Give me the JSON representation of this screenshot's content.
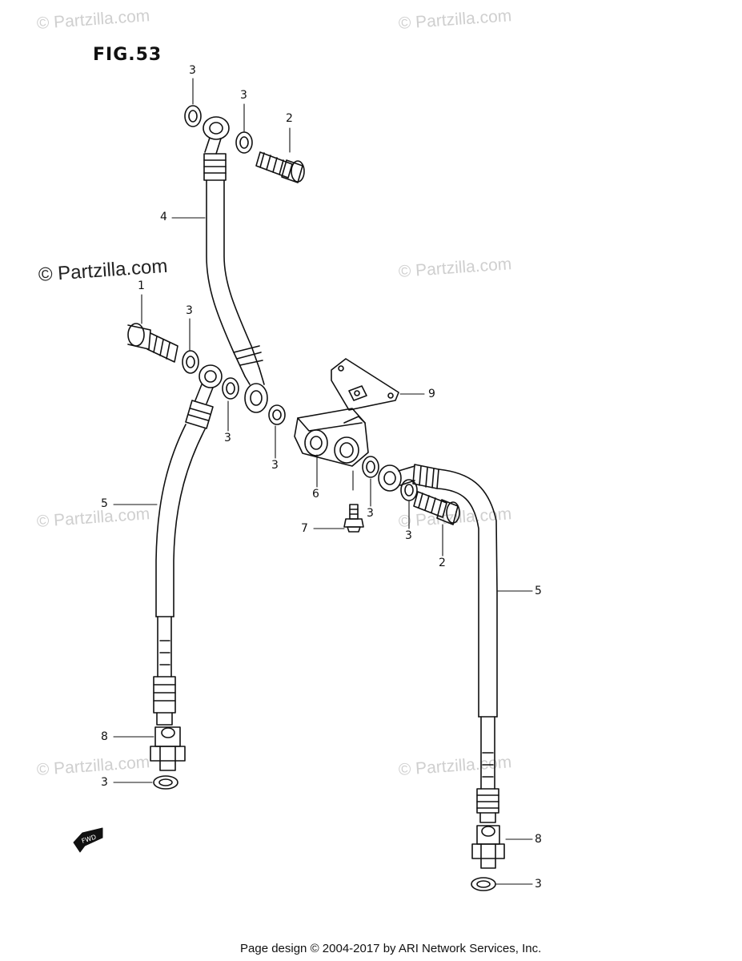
{
  "figure": {
    "title": "FIG.53"
  },
  "watermark": {
    "faint": "© Partzilla.com",
    "strong": "© Partzilla.com"
  },
  "fwd_badge": {
    "label": "FWD"
  },
  "callouts": [
    {
      "id": "c1",
      "label": "1"
    },
    {
      "id": "c2a",
      "label": "2"
    },
    {
      "id": "c2b",
      "label": "2"
    },
    {
      "id": "c3a",
      "label": "3"
    },
    {
      "id": "c3b",
      "label": "3"
    },
    {
      "id": "c3c",
      "label": "3"
    },
    {
      "id": "c3d",
      "label": "3"
    },
    {
      "id": "c3e",
      "label": "3"
    },
    {
      "id": "c3f",
      "label": "3"
    },
    {
      "id": "c3g",
      "label": "3"
    },
    {
      "id": "c3h",
      "label": "3"
    },
    {
      "id": "c3i",
      "label": "3"
    },
    {
      "id": "c4",
      "label": "4"
    },
    {
      "id": "c5a",
      "label": "5"
    },
    {
      "id": "c5b",
      "label": "5"
    },
    {
      "id": "c6",
      "label": "6"
    },
    {
      "id": "c7",
      "label": "7"
    },
    {
      "id": "c8a",
      "label": "8"
    },
    {
      "id": "c8b",
      "label": "8"
    },
    {
      "id": "c9",
      "label": "9"
    }
  ],
  "footer": {
    "text": "Page design © 2004-2017 by ARI Network Services, Inc."
  }
}
